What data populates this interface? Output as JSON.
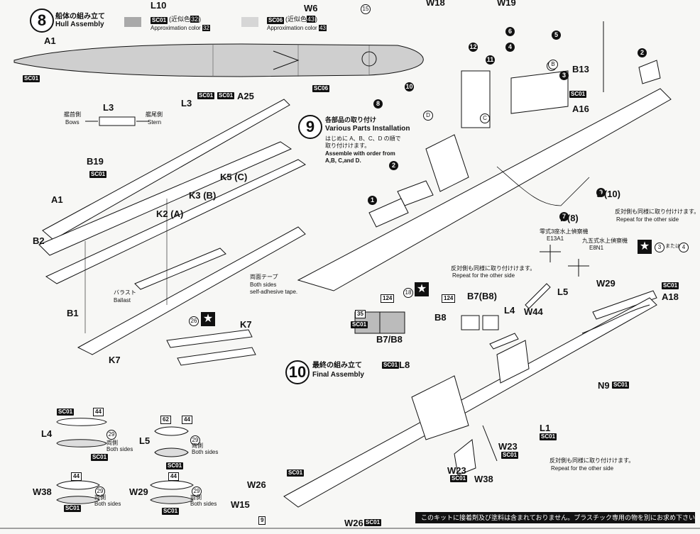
{
  "top": {
    "l10": "L10",
    "w6": "W6",
    "n15": "15",
    "w18": "W18",
    "w19": "W19"
  },
  "step8": {
    "num": "8",
    "title_jp": "船体の組み立て",
    "title_en": "Hull Assembly",
    "sc01": "SC01",
    "approx1_jp": "(近似色",
    "approx1_num": "32",
    "approx1_close": ")",
    "approx1_en": "Approximation color",
    "approx1_en_num": "32",
    "sc06": "SC06",
    "approx2_jp": "(近似色",
    "approx2_num": "43",
    "approx2_close": ")",
    "approx2_en": "Approximation color",
    "approx2_en_num": "43",
    "a1_top": "A1",
    "sc01_left": "SC01",
    "sc06_hull": "SC06",
    "l3": "L3",
    "sc01_a": "SC01",
    "sc01_b": "SC01",
    "a25": "A25",
    "bows_jp": "艦首側",
    "bows_en": "Bows",
    "stern_jp": "艦尾側",
    "stern_en": "Stern",
    "l3_inset": "L3",
    "b19": "B19",
    "sc01_b19": "SC01",
    "a1": "A1",
    "b2": "B2",
    "b1": "B1",
    "k2": "K2 (A)",
    "k3": "K3 (B)",
    "k5": "K5 (C)",
    "tape_jp": "両面テープ",
    "tape_en1": "Both sides",
    "tape_en2": "self-adhesive tape.",
    "ballast_jp": "バラスト",
    "ballast_en": "Ballast",
    "k7": "K7",
    "k7b": "K7",
    "n26": "26"
  },
  "step9": {
    "num": "9",
    "title_jp": "各部品の取り付け",
    "title_en": "Various Parts Installation",
    "order_jp1": "はじめに A、B、C、D の順で",
    "order_jp2": "取り付けけます。",
    "order_en1": "Assemble with order from",
    "order_en2": "A,B, C,and D.",
    "b13": "B13",
    "sc01": "SC01",
    "a16": "A16",
    "c1": "1",
    "c2": "2",
    "c2b": "2",
    "c3": "3",
    "c4": "4",
    "c5": "5",
    "c6": "6",
    "c7": "7",
    "c8": "8",
    "c8b": "8",
    "c9": "9",
    "c10": "10",
    "c11": "11",
    "c12": "12",
    "labA": "A",
    "labB": "B",
    "labC": "C",
    "labD": "D",
    "ref9": "9",
    "ref10": "(10)",
    "ref7": "7",
    "ref8": "(8)",
    "repeat_jp": "反対側も同様に取り付けけます。",
    "repeat_en": "Repeat for the other side"
  },
  "mid": {
    "e13a1_jp": "零式3座水上偵察機",
    "e13a1": "E13A1",
    "e8n1_jp": "九五式水上偵察機",
    "e8n1": "E8N1",
    "opt3": "3",
    "or": "または or",
    "opt4": "4",
    "w29": "W29",
    "sc01_a18": "SC01",
    "a18": "A18",
    "repeat2_jp": "反対側も同様に取り付けけます。",
    "repeat2_en": "Repeat for the other side",
    "l5": "L5",
    "l4": "L4",
    "w44": "W44",
    "b8": "B8",
    "b7b8": "B7(B8)",
    "n124a": "124",
    "n124b": "124",
    "n18": "18",
    "n35": "35",
    "sc01_b7": "SC01",
    "b7b8_under": "B7/B8"
  },
  "step10": {
    "num": "10",
    "title_jp": "最終の組み立て",
    "title_en": "Final Assembly",
    "sc01_l8": "SC01",
    "l8": "L8",
    "n9": "N9",
    "sc01_n9": "SC01",
    "l1": "L1",
    "sc01_l1": "SC01",
    "w23a": "W23",
    "sc01_w23a": "SC01",
    "w23b": "W23",
    "sc01_w23b": "SC01",
    "w38": "W38",
    "w26a": "W26",
    "sc01_w26a": "SC01",
    "w15": "W15",
    "n9b": "9",
    "w26b": "W26",
    "sc01_w26b": "SC01",
    "repeat_jp": "反対側も同様に取り付けけます。",
    "repeat_en": "Repeat for the other side"
  },
  "boats": {
    "sc01_l4": "SC01",
    "n44a": "44",
    "l4": "L4",
    "n29a": "29",
    "both_jp_a": "両側",
    "both_en_a": "Both sides",
    "sc01_l4b": "SC01",
    "n62": "62",
    "n44b": "44",
    "l5": "L5",
    "n29b": "29",
    "both_jp_b": "両側",
    "both_en_b": "Both sides",
    "sc01_l5": "SC01",
    "n44c": "44",
    "w38": "W38",
    "n29c": "29",
    "both_jp_c": "両側",
    "both_en_c": "Both sides",
    "sc01_w38": "SC01",
    "n44d": "44",
    "w29": "W29",
    "n29d": "29",
    "both_jp_d": "両側",
    "both_en_d": "Both sides",
    "sc01_w29": "SC01"
  },
  "footer": {
    "notice": "このキットに接着剤及び塗料は含まれておりません。プラスチック専用の物を別にお求め下さい。"
  },
  "colors": {
    "sc01": "#a9a9a9",
    "sc06": "#d6d6d6",
    "ink": "#111111"
  }
}
